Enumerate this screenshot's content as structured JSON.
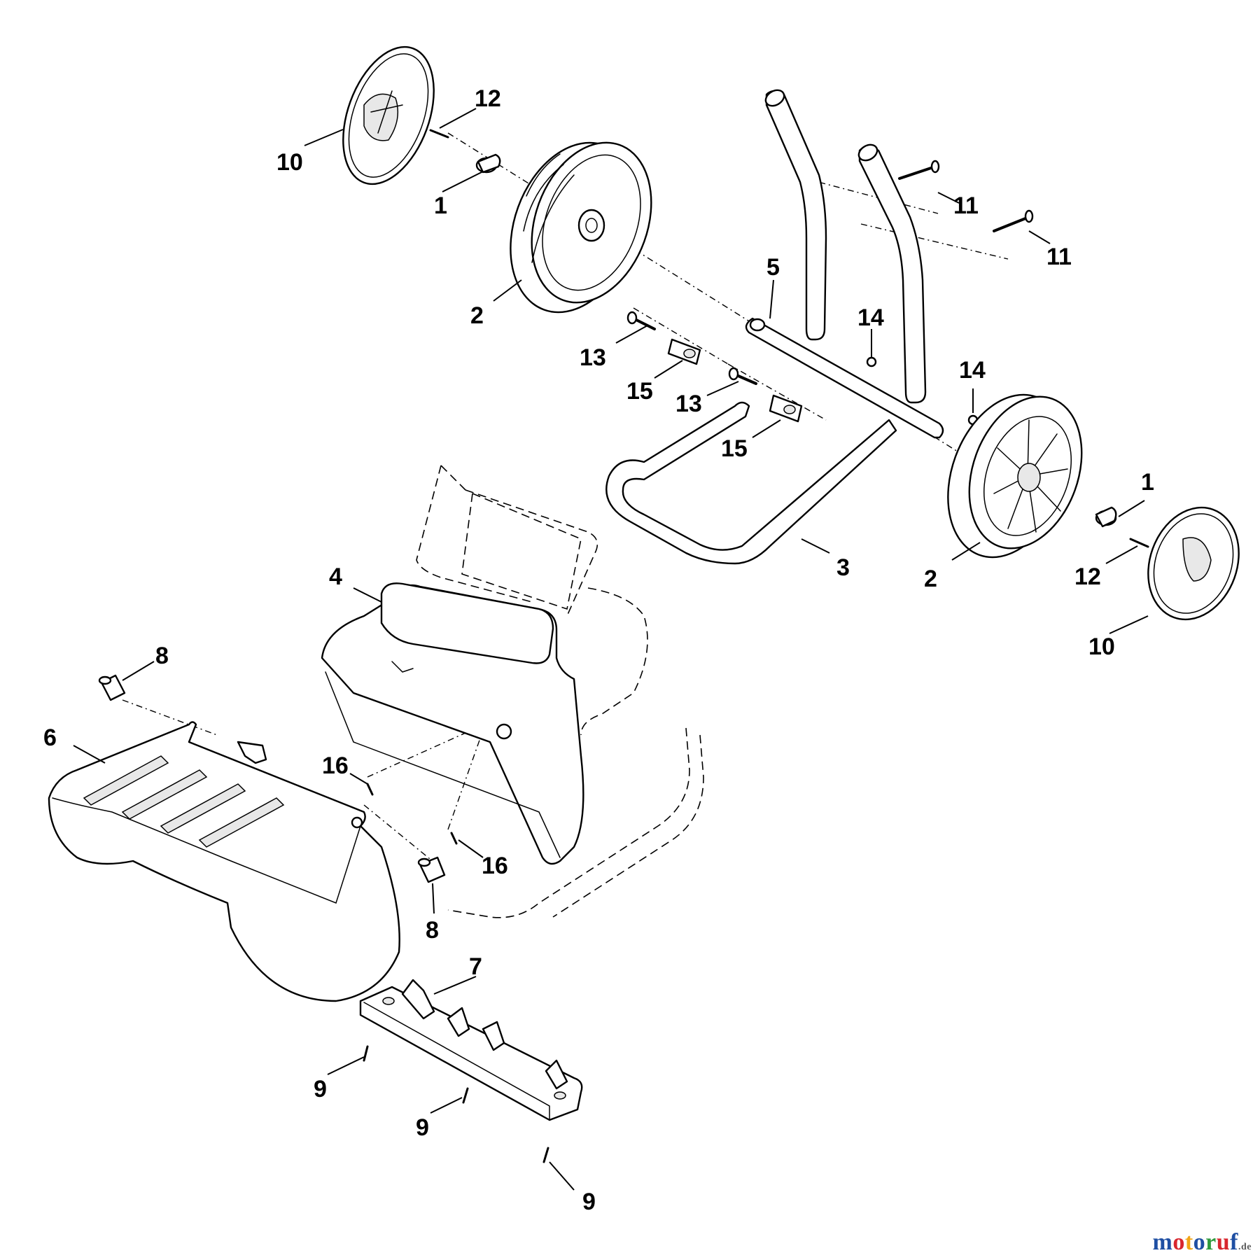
{
  "diagram": {
    "callouts": [
      {
        "id": "c10a",
        "text": "10"
      },
      {
        "id": "c12a",
        "text": "12"
      },
      {
        "id": "c1a",
        "text": "1"
      },
      {
        "id": "c2a",
        "text": "2"
      },
      {
        "id": "c11a",
        "text": "11"
      },
      {
        "id": "c11b",
        "text": "11"
      },
      {
        "id": "c5",
        "text": "5"
      },
      {
        "id": "c14a",
        "text": "14"
      },
      {
        "id": "c13a",
        "text": "13"
      },
      {
        "id": "c15a",
        "text": "15"
      },
      {
        "id": "c13b",
        "text": "13"
      },
      {
        "id": "c14b",
        "text": "14"
      },
      {
        "id": "c15b",
        "text": "15"
      },
      {
        "id": "c1b",
        "text": "1"
      },
      {
        "id": "c3",
        "text": "3"
      },
      {
        "id": "c2b",
        "text": "2"
      },
      {
        "id": "c12b",
        "text": "12"
      },
      {
        "id": "c10b",
        "text": "10"
      },
      {
        "id": "c4",
        "text": "4"
      },
      {
        "id": "c8a",
        "text": "8"
      },
      {
        "id": "c6",
        "text": "6"
      },
      {
        "id": "c16a",
        "text": "16"
      },
      {
        "id": "c16b",
        "text": "16"
      },
      {
        "id": "c8b",
        "text": "8"
      },
      {
        "id": "c7",
        "text": "7"
      },
      {
        "id": "c9a",
        "text": "9"
      },
      {
        "id": "c9b",
        "text": "9"
      },
      {
        "id": "c9c",
        "text": "9"
      }
    ]
  },
  "watermark": {
    "letters": [
      "m",
      "o",
      "t",
      "o",
      "r",
      "u",
      "f"
    ],
    "letter_colors": [
      "#1f4fa3",
      "#d8262e",
      "#f2a516",
      "#1f4fa3",
      "#2e9a3c",
      "#d8262e",
      "#1f4fa3"
    ],
    "suffix": ".de"
  }
}
